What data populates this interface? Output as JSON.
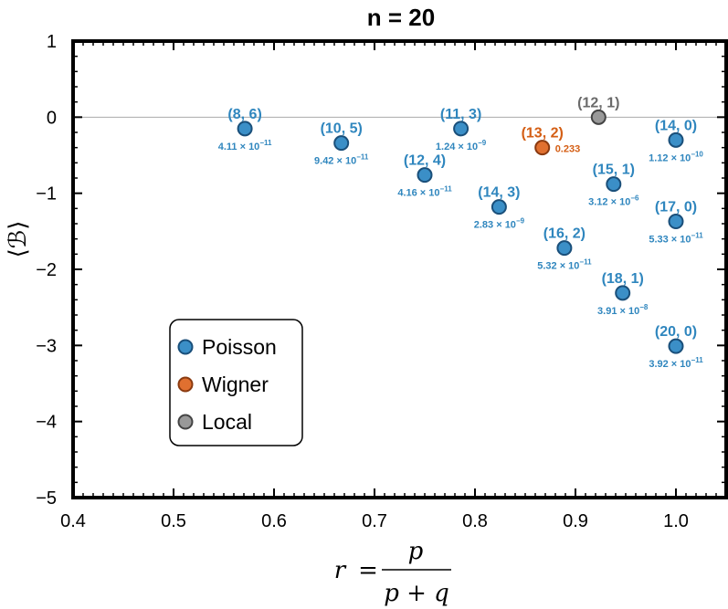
{
  "chart_data": {
    "type": "scatter",
    "title": "n = 20",
    "xlabel": "r",
    "xlabel_frac": {
      "num": "p",
      "den": "p + q"
    },
    "ylabel": "⟨ℬ⟩",
    "xlim": [
      0.4,
      1.05
    ],
    "ylim": [
      -5,
      1
    ],
    "xticks": [
      "0.4",
      "0.5",
      "0.6",
      "0.7",
      "0.8",
      "0.9",
      "1.0"
    ],
    "yticks": [
      "1",
      "0",
      "−1",
      "−2",
      "−3",
      "−4",
      "−5"
    ],
    "reference_line_y": 0,
    "colors": {
      "Poisson": "#3b8fc7",
      "Wigner": "#e07030",
      "Local": "#999999",
      "Poisson_stroke": "#1a4f7a",
      "Wigner_stroke": "#8a3a10",
      "Local_stroke": "#444444",
      "Poisson_text": "#2f86be",
      "Wigner_text": "#d45e14",
      "Local_text": "#6a6a6a"
    },
    "legend": {
      "position": "bottom-left",
      "entries": [
        "Poisson",
        "Wigner",
        "Local"
      ]
    },
    "points": [
      {
        "x": 0.571,
        "y": -0.15,
        "label": "(8, 6)",
        "value_mant": "4.11",
        "value_exp": "−11",
        "class": "Poisson"
      },
      {
        "x": 0.667,
        "y": -0.34,
        "label": "(10, 5)",
        "value_mant": "9.42",
        "value_exp": "−11",
        "class": "Poisson"
      },
      {
        "x": 0.75,
        "y": -0.76,
        "label": "(12, 4)",
        "value_mant": "4.16",
        "value_exp": "−11",
        "class": "Poisson"
      },
      {
        "x": 0.786,
        "y": -0.15,
        "label": "(11, 3)",
        "value_mant": "1.24",
        "value_exp": "−9",
        "class": "Poisson"
      },
      {
        "x": 0.824,
        "y": -1.18,
        "label": "(14, 3)",
        "value_mant": "2.83",
        "value_exp": "−9",
        "class": "Poisson"
      },
      {
        "x": 0.867,
        "y": -0.4,
        "label": "(13, 2)",
        "value_text": "0.233",
        "class": "Wigner"
      },
      {
        "x": 0.889,
        "y": -1.72,
        "label": "(16, 2)",
        "value_mant": "5.32",
        "value_exp": "−11",
        "class": "Poisson"
      },
      {
        "x": 0.923,
        "y": 0.0,
        "label": "(12, 1)",
        "class": "Local"
      },
      {
        "x": 0.938,
        "y": -0.88,
        "label": "(15, 1)",
        "value_mant": "3.12",
        "value_exp": "−6",
        "class": "Poisson"
      },
      {
        "x": 0.947,
        "y": -2.31,
        "label": "(18, 1)",
        "value_mant": "3.91",
        "value_exp": "−8",
        "class": "Poisson"
      },
      {
        "x": 1.0,
        "y": -0.3,
        "label": "(14, 0)",
        "value_mant": "1.12",
        "value_exp": "−10",
        "class": "Poisson"
      },
      {
        "x": 1.0,
        "y": -1.37,
        "label": "(17, 0)",
        "value_mant": "5.33",
        "value_exp": "−11",
        "class": "Poisson"
      },
      {
        "x": 1.0,
        "y": -3.01,
        "label": "(20, 0)",
        "value_mant": "3.92",
        "value_exp": "−11",
        "class": "Poisson"
      }
    ]
  }
}
